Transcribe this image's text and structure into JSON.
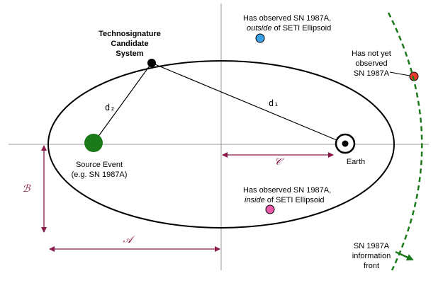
{
  "labels": {
    "technosignature": [
      "Technosignature",
      "Candidate",
      "System"
    ],
    "source_event": [
      "Source Event",
      "(e.g. SN 1987A)"
    ],
    "earth": "Earth",
    "d1": "d₁",
    "d2": "d₂",
    "outside": {
      "line1": "Has observed SN 1987A,",
      "line2_ital": "outside",
      "line2_rest": " of SETI Ellipsoid"
    },
    "inside": {
      "line1": "Has observed SN 1987A,",
      "line2_ital": "inside",
      "line2_rest": " of SETI Ellipsoid"
    },
    "not_yet": [
      "Has not yet",
      "observed",
      "SN 1987A"
    ],
    "info_front": [
      "SN 1987A",
      "information",
      "front"
    ],
    "axis_a": "𝒜",
    "axis_b": "ℬ",
    "axis_c": "𝒞"
  },
  "colors": {
    "source": "#1a7a1a",
    "outside_dot": "#3aa0e8",
    "inside_dot": "#e85aa8",
    "not_yet_dot": "#e83a2a",
    "front": "#1a7a1a",
    "dimension": "#8b1a4a",
    "axis": "#999999"
  }
}
